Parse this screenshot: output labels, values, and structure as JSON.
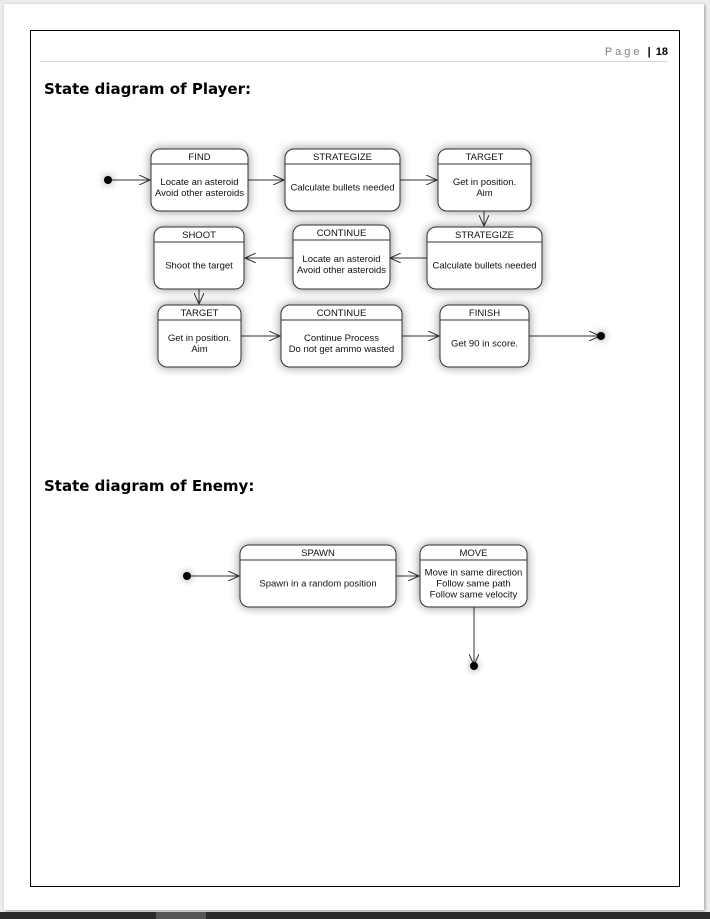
{
  "header": {
    "page_word": "Page",
    "separator": "|",
    "page_number": "18"
  },
  "sections": {
    "player_heading": "State diagram of Player:",
    "enemy_heading": "State diagram of Enemy:"
  },
  "player_states": [
    {
      "title": "FIND",
      "lines": [
        "Locate an asteroid",
        "Avoid other asteroids"
      ]
    },
    {
      "title": "STRATEGIZE",
      "lines": [
        "Calculate bullets needed"
      ]
    },
    {
      "title": "TARGET",
      "lines": [
        "Get in position.",
        "Aim"
      ]
    },
    {
      "title": "STRATEGIZE",
      "lines": [
        "Calculate bullets needed"
      ]
    },
    {
      "title": "CONTINUE",
      "lines": [
        "Locate an asteroid",
        "Avoid other asteroids"
      ]
    },
    {
      "title": "SHOOT",
      "lines": [
        "Shoot the target"
      ]
    },
    {
      "title": "TARGET",
      "lines": [
        "Get in position.",
        "Aim"
      ]
    },
    {
      "title": "CONTINUE",
      "lines": [
        "Continue Process",
        "Do not get ammo wasted"
      ]
    },
    {
      "title": "FINISH",
      "lines": [
        "Get 90 in score."
      ]
    }
  ],
  "enemy_states": [
    {
      "title": "SPAWN",
      "lines": [
        "Spawn in a random position"
      ]
    },
    {
      "title": "MOVE",
      "lines": [
        "Move in same direction",
        "Follow same path",
        "Follow same velocity"
      ]
    }
  ]
}
